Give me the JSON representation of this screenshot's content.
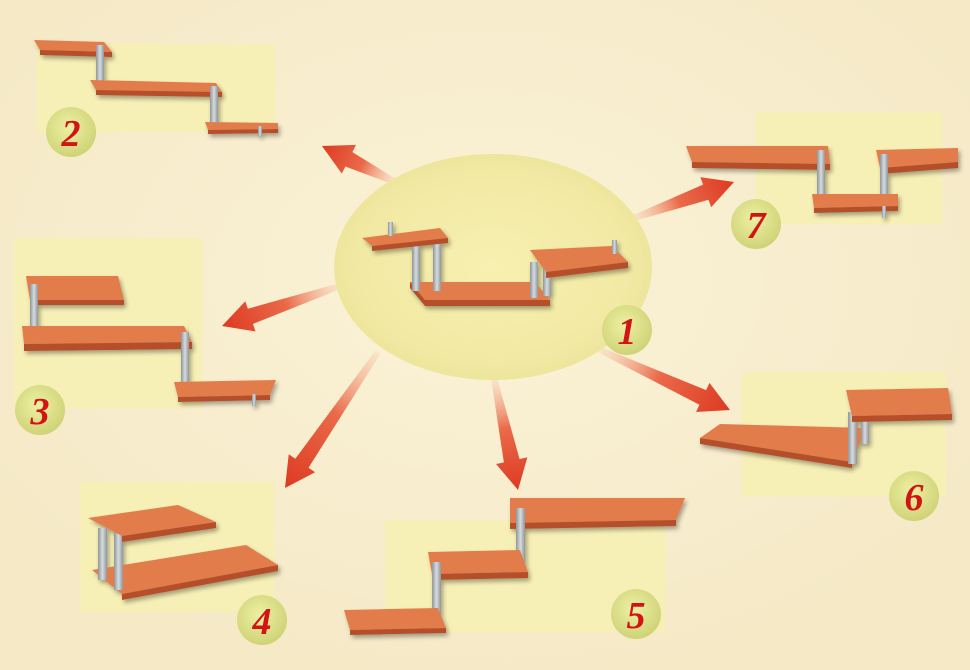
{
  "diagram": {
    "center_config": {
      "number": "1"
    },
    "configs": [
      {
        "number": "2"
      },
      {
        "number": "3"
      },
      {
        "number": "4"
      },
      {
        "number": "5"
      },
      {
        "number": "6"
      },
      {
        "number": "7"
      }
    ]
  },
  "colors": {
    "background": "#f8efd2",
    "panel": "#f7f0b6",
    "badge": "#dfe08a",
    "arrow": "#e0442a",
    "shelf_top": "#e27c4c",
    "shelf_edge": "#b5502c",
    "post": "#a9b0b4",
    "number": "#d21414"
  }
}
